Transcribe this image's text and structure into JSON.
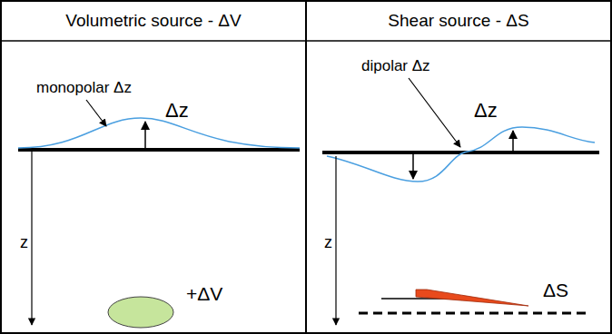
{
  "diagram": {
    "nodes": [
      {
        "text": [
          "Volumetric source - ΔV"
        ]
      },
      {
        "text": [
          "Shear source - ΔS"
        ]
      }
    ],
    "labels": [
      "monopolar Δz",
      "Δz",
      "z",
      "+ΔV",
      "dipolar Δz",
      "Δz",
      "z",
      "ΔS"
    ]
  }
}
